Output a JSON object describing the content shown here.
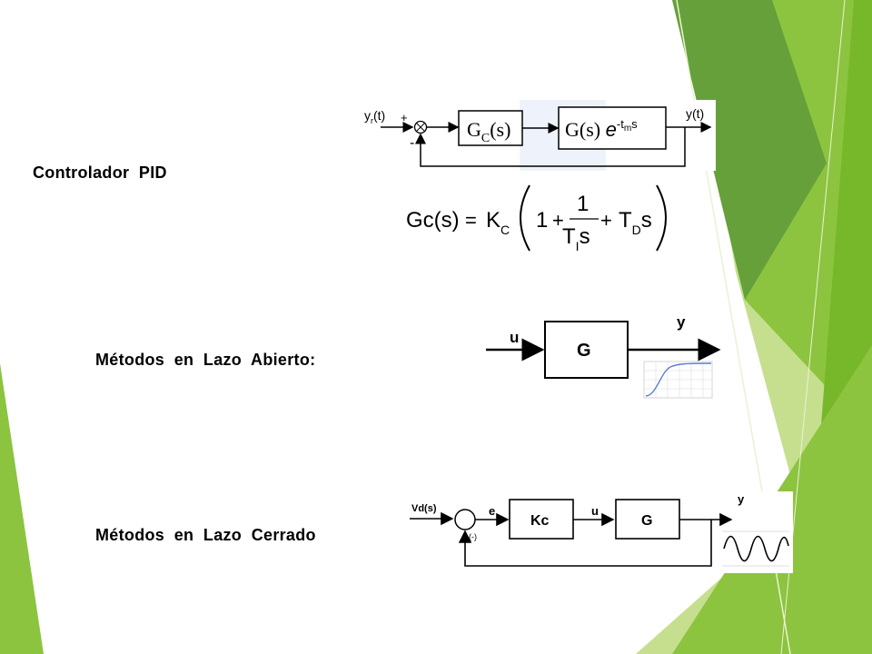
{
  "labels": {
    "pid": "Controlador  PID",
    "open_loop": "Métodos  en  Lazo  Abierto:",
    "closed_loop": "Métodos  en  Lazo  Cerrado"
  },
  "pid_diagram": {
    "input": "y",
    "input_sub": "r",
    "input_arg": "(t)",
    "plus": "+",
    "minus": "-",
    "controller": "G",
    "controller_sub": "C",
    "controller_arg": "(s)",
    "plant": "G(s) ",
    "plant_exp_base": "e",
    "plant_exp": "-t",
    "plant_exp_sub": "m",
    "plant_exp_s": "s",
    "output": "y(t)"
  },
  "pid_formula": {
    "lhs": "Gc(s)",
    "equals": "=",
    "k": "K",
    "k_sub": "C",
    "one": "1",
    "plus1": "+",
    "num": "1",
    "den_t": "T",
    "den_sub": "I",
    "den_s": "s",
    "plus2": "+",
    "td": "T",
    "td_sub": "D",
    "td_s": "s"
  },
  "open_loop_diagram": {
    "input": "u",
    "block": "G",
    "output": "y"
  },
  "closed_loop_diagram": {
    "input": "Vd(s)",
    "feedback_sign": "(-)",
    "error": "e",
    "controller": "Kc",
    "control": "u",
    "plant": "G",
    "output": "y"
  },
  "colors": {
    "green_light": "#c6df8f",
    "green_mid": "#8cc43f",
    "green_dark": "#5f9a3a",
    "green_bright": "#76b82a"
  }
}
